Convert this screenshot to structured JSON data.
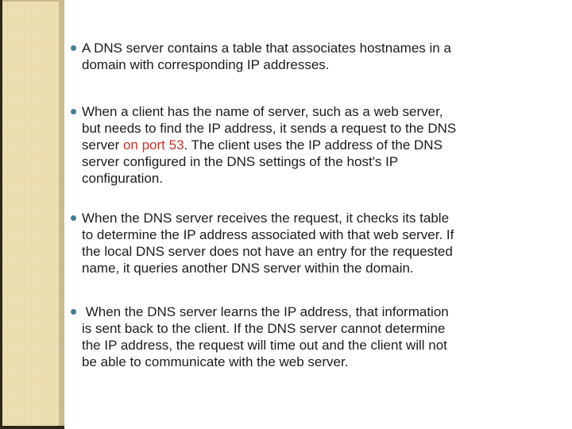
{
  "slide": {
    "background_color": "#ffffff",
    "text_color": "#1c1c1c",
    "highlight_color": "#c43728",
    "bullet_color": "#417f93",
    "band_fill_color": "#ecdfae",
    "band_edge_color": "#c9bc93",
    "band_border_color": "#2e2617"
  },
  "bullets": [
    {
      "lines": [
        [
          {
            "text": "A DNS server contains a table that associates hostnames in a"
          }
        ],
        [
          {
            "text": "domain with corresponding IP addresses."
          }
        ]
      ]
    },
    {
      "lines": [
        [
          {
            "text": "When a client has the name of server, such as a web server,"
          }
        ],
        [
          {
            "text": "but needs to find the IP address, it sends a request to the DNS"
          }
        ],
        [
          {
            "text": "server "
          },
          {
            "text": "on port 53",
            "highlight": true
          },
          {
            "text": ". The client uses the IP address of the DNS"
          }
        ],
        [
          {
            "text": "server configured in the DNS settings of the host's IP"
          }
        ],
        [
          {
            "text": "configuration."
          }
        ]
      ]
    },
    {
      "lines": [
        [
          {
            "text": "When the DNS server receives the request, it checks its table"
          }
        ],
        [
          {
            "text": "to determine the IP address associated with that web server. If"
          }
        ],
        [
          {
            "text": "the local DNS server does not have an entry for the requested"
          }
        ],
        [
          {
            "text": "name, it queries another DNS server within the domain."
          }
        ]
      ]
    },
    {
      "lines": [
        [
          {
            "text": " When the DNS server learns the IP address, that information"
          }
        ],
        [
          {
            "text": "is sent back to the client. If the DNS server cannot determine"
          }
        ],
        [
          {
            "text": "the IP address, the request will time out and the client will not"
          }
        ],
        [
          {
            "text": "be able to communicate with the web server."
          }
        ]
      ]
    }
  ]
}
